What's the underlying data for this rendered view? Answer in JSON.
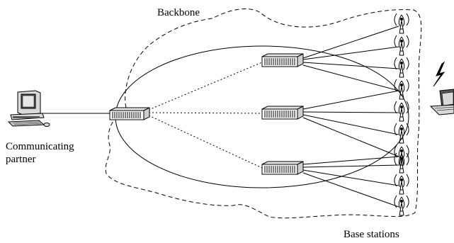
{
  "labels": {
    "backbone": "Backbone",
    "partner_line1": "Communicating",
    "partner_line2": "partner",
    "base_stations": "Base stations"
  },
  "nodes": {
    "switches": [
      "central-switch",
      "switch-top",
      "switch-middle",
      "switch-bottom"
    ],
    "base_station_count": 10,
    "devices": [
      "computer-icon",
      "laptop-icon",
      "lightning-icon"
    ]
  },
  "colors": {
    "stroke": "#000000",
    "fill_light": "#e6e6e6",
    "fill_dark": "#555555"
  }
}
